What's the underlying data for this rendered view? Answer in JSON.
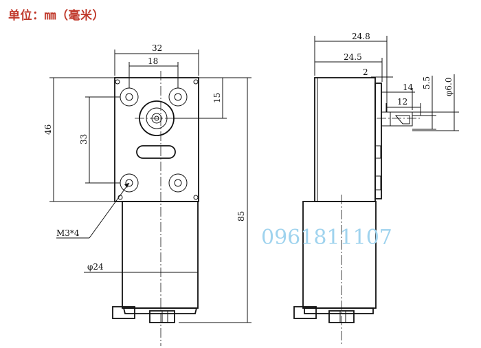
{
  "header": {
    "unit_label": "单位：㎜（毫米）",
    "accent_color": "#c0392b"
  },
  "watermark": {
    "text": "0961811107",
    "color": "#9fd3ee"
  },
  "front_view": {
    "dims": {
      "width_total": "32",
      "hole_spacing_x": "18",
      "shaft_offset": "15",
      "height_gearbox": "46",
      "hole_spacing_y": "33",
      "overall_length": "85",
      "motor_diameter": "φ24",
      "screw_spec": "M3*4"
    }
  },
  "side_view": {
    "dims": {
      "depth_total": "24.8",
      "depth_body": "24.5",
      "shaft_step": "2",
      "shaft_length": "14",
      "flat_length": "12",
      "flat_width": "5.5",
      "shaft_diameter": "φ6.0"
    }
  }
}
